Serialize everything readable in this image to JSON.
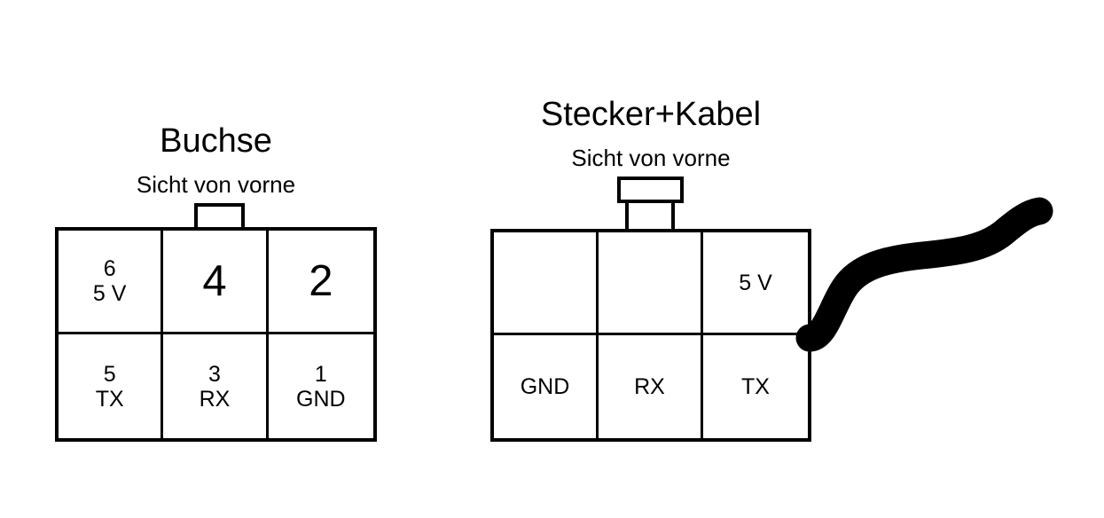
{
  "diagram": {
    "background_color": "#ffffff",
    "line_color": "#000000",
    "cable_color": "#000000"
  },
  "buchse": {
    "title": "Buchse",
    "subtitle": "Sicht von vorne",
    "cells": [
      {
        "num": "6",
        "label": "5 V",
        "big": false
      },
      {
        "num": "4",
        "label": "",
        "big": true
      },
      {
        "num": "2",
        "label": "",
        "big": true
      },
      {
        "num": "5",
        "label": "TX",
        "big": false
      },
      {
        "num": "3",
        "label": "RX",
        "big": false
      },
      {
        "num": "1",
        "label": "GND",
        "big": false
      }
    ]
  },
  "stecker": {
    "title": "Stecker+Kabel",
    "subtitle": "Sicht von vorne",
    "cells": [
      {
        "num": "",
        "label": "",
        "big": false
      },
      {
        "num": "",
        "label": "",
        "big": false
      },
      {
        "num": "",
        "label": "5 V",
        "big": false
      },
      {
        "num": "",
        "label": "GND",
        "big": false
      },
      {
        "num": "",
        "label": "RX",
        "big": false
      },
      {
        "num": "",
        "label": "TX",
        "big": false
      }
    ]
  }
}
